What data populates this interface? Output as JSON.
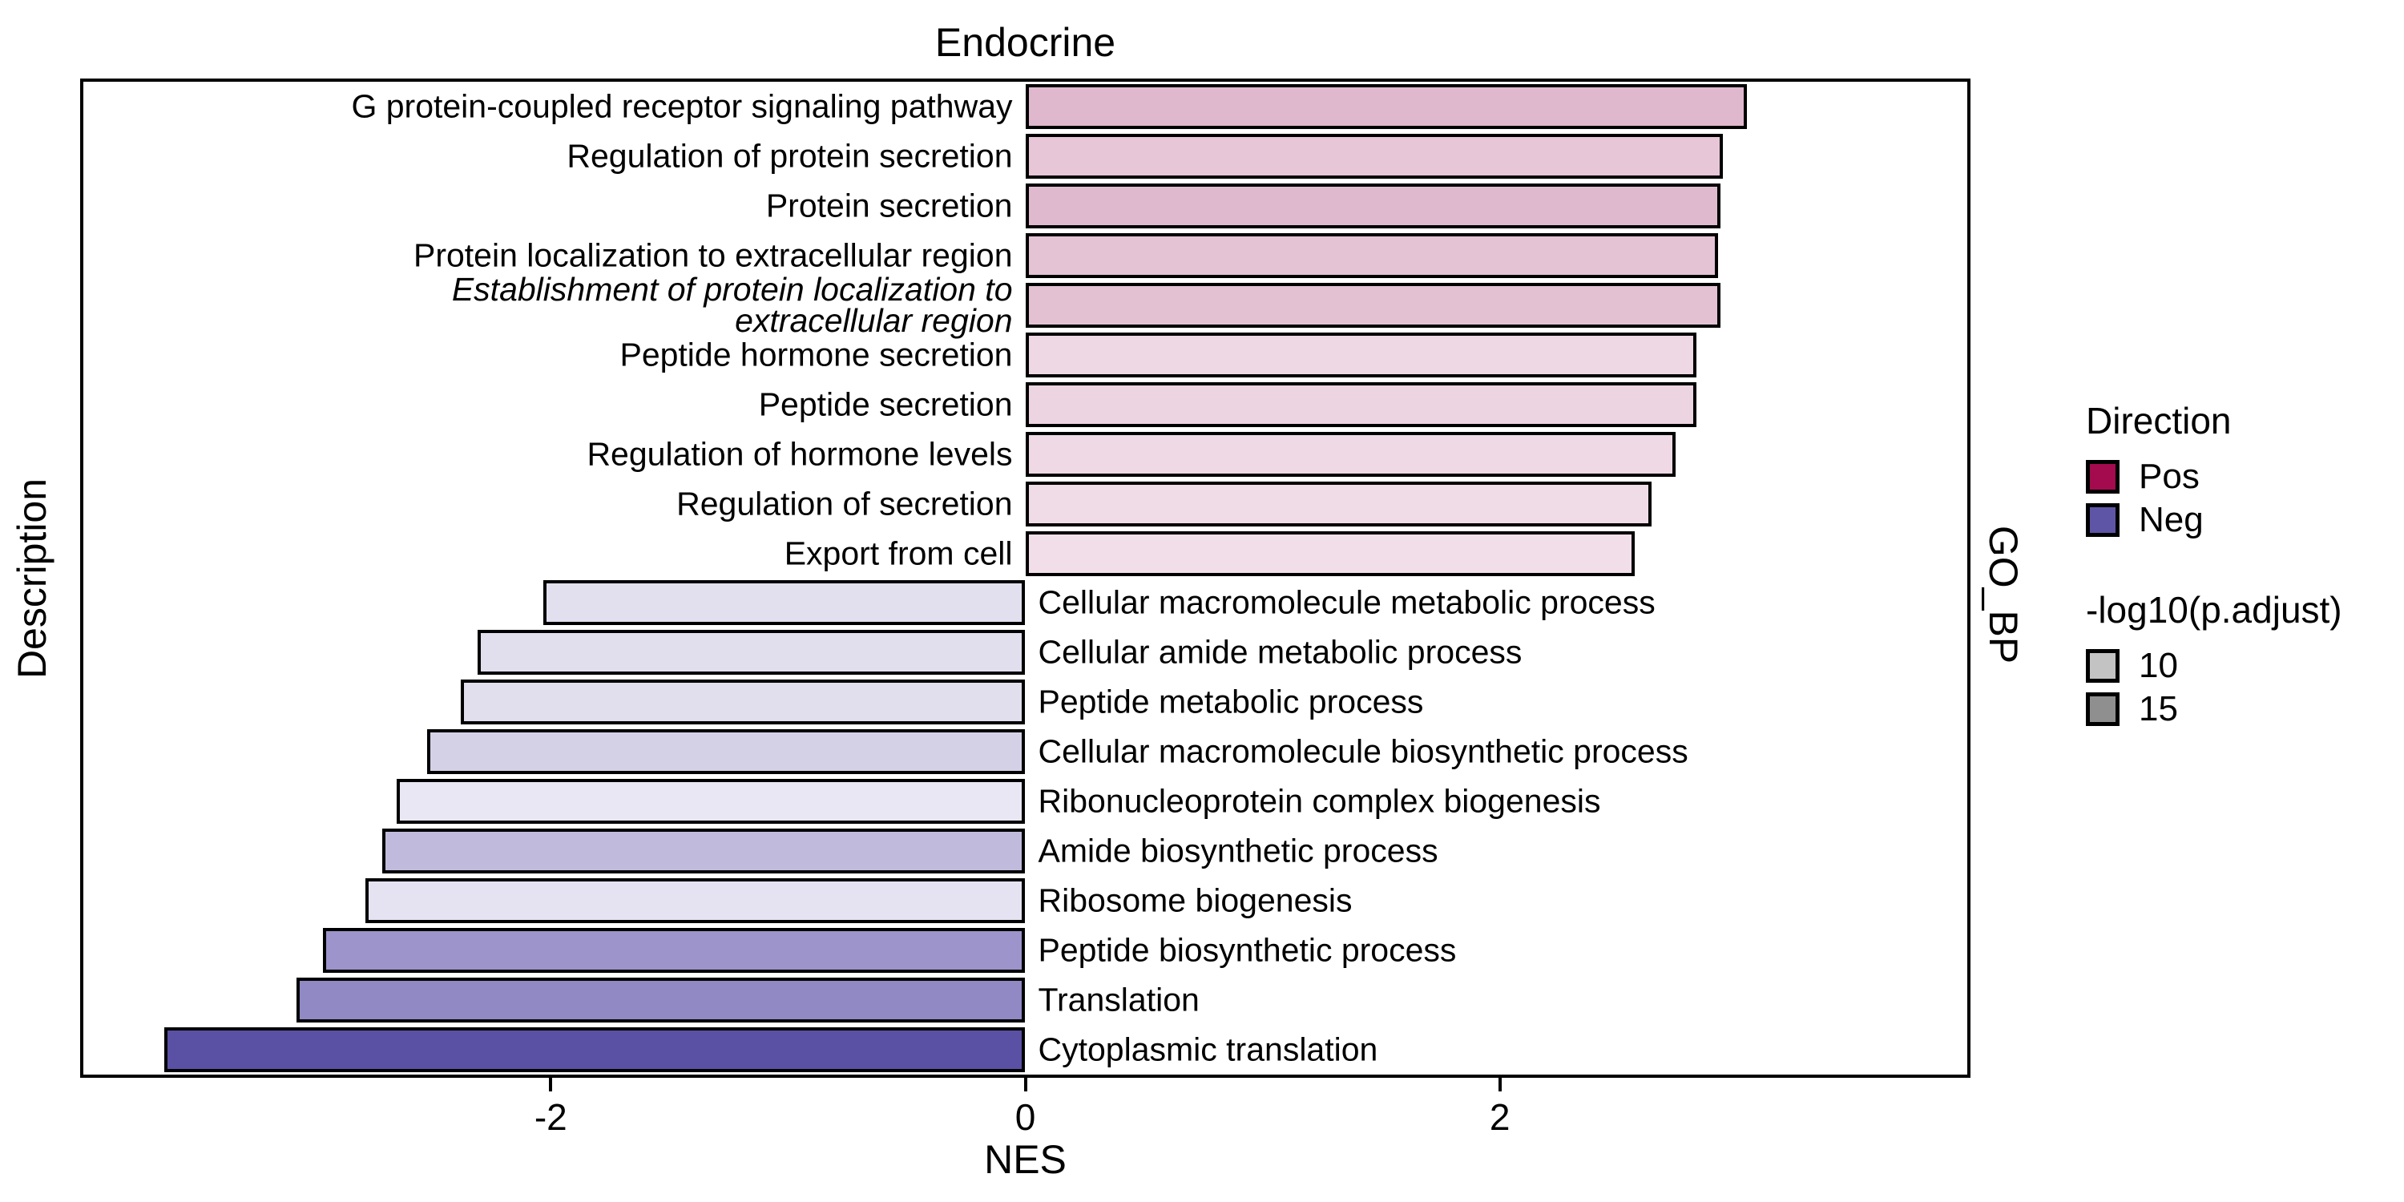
{
  "figure": {
    "title": "Endocrine",
    "x_label": "NES",
    "y_label": "Description",
    "facet_label": "GO_BP"
  },
  "legend": {
    "direction": {
      "title": "Direction",
      "items": [
        {
          "label": "Pos",
          "color": "#A30B4E"
        },
        {
          "label": "Neg",
          "color": "#5F55A7"
        }
      ]
    },
    "pvalue": {
      "title": "-log10(p.adjust)",
      "items": [
        {
          "label": "10",
          "color": "#C3C3C3"
        },
        {
          "label": "15",
          "color": "#8F8F8F"
        }
      ]
    }
  },
  "chart_data": {
    "type": "bar",
    "orientation": "horizontal",
    "title": "Endocrine",
    "xlabel": "NES",
    "ylabel": "Description",
    "facet_label": "GO_BP",
    "xlim": [
      -3.97,
      3.97
    ],
    "x_ticks": [
      {
        "value": -2,
        "label": "-2"
      },
      {
        "value": 0,
        "label": "0"
      },
      {
        "value": 2,
        "label": "2"
      }
    ],
    "grid": false,
    "legend_position": "right",
    "bars": [
      {
        "label": "G protein-coupled receptor signaling pathway",
        "nes": 3.04,
        "direction": "Pos",
        "fill": "#DFB8CD"
      },
      {
        "label": "Regulation of protein secretion",
        "nes": 2.94,
        "direction": "Pos",
        "fill": "#E6C6D7"
      },
      {
        "label": "Protein secretion",
        "nes": 2.93,
        "direction": "Pos",
        "fill": "#DFBACF"
      },
      {
        "label": "Protein localization to extracellular region",
        "nes": 2.92,
        "direction": "Pos",
        "fill": "#E4C3D5"
      },
      {
        "label": "Establishment of protein localization to\nextracellular region",
        "nes": 2.93,
        "direction": "Pos",
        "fill": "#E3C1D3",
        "italic": true
      },
      {
        "label": "Peptide hormone secretion",
        "nes": 2.83,
        "direction": "Pos",
        "fill": "#EED8E3"
      },
      {
        "label": "Peptide secretion",
        "nes": 2.83,
        "direction": "Pos",
        "fill": "#ECD4E1"
      },
      {
        "label": "Regulation of hormone levels",
        "nes": 2.74,
        "direction": "Pos",
        "fill": "#EED9E4"
      },
      {
        "label": "Regulation of secretion",
        "nes": 2.64,
        "direction": "Pos",
        "fill": "#F0DCE6"
      },
      {
        "label": "Export from cell",
        "nes": 2.57,
        "direction": "Pos",
        "fill": "#F1DEE8"
      },
      {
        "label": "Cellular macromolecule metabolic process",
        "nes": -2.03,
        "direction": "Neg",
        "fill": "#E2E0EF"
      },
      {
        "label": "Cellular amide metabolic process",
        "nes": -2.31,
        "direction": "Neg",
        "fill": "#E1DFEE"
      },
      {
        "label": "Peptide metabolic process",
        "nes": -2.38,
        "direction": "Neg",
        "fill": "#E1DFEE"
      },
      {
        "label": "Cellular macromolecule biosynthetic process",
        "nes": -2.52,
        "direction": "Neg",
        "fill": "#D4D1E7"
      },
      {
        "label": "Ribonucleoprotein complex biogenesis",
        "nes": -2.65,
        "direction": "Neg",
        "fill": "#E9E7F3"
      },
      {
        "label": "Amide biosynthetic process",
        "nes": -2.71,
        "direction": "Neg",
        "fill": "#C0BBDD"
      },
      {
        "label": "Ribosome biogenesis",
        "nes": -2.78,
        "direction": "Neg",
        "fill": "#E5E3F1"
      },
      {
        "label": "Peptide biosynthetic process",
        "nes": -2.96,
        "direction": "Neg",
        "fill": "#9C94CB"
      },
      {
        "label": "Translation",
        "nes": -3.07,
        "direction": "Neg",
        "fill": "#9089C4"
      },
      {
        "label": "Cytoplasmic translation",
        "nes": -3.63,
        "direction": "Neg",
        "fill": "#5A50A4"
      }
    ]
  }
}
